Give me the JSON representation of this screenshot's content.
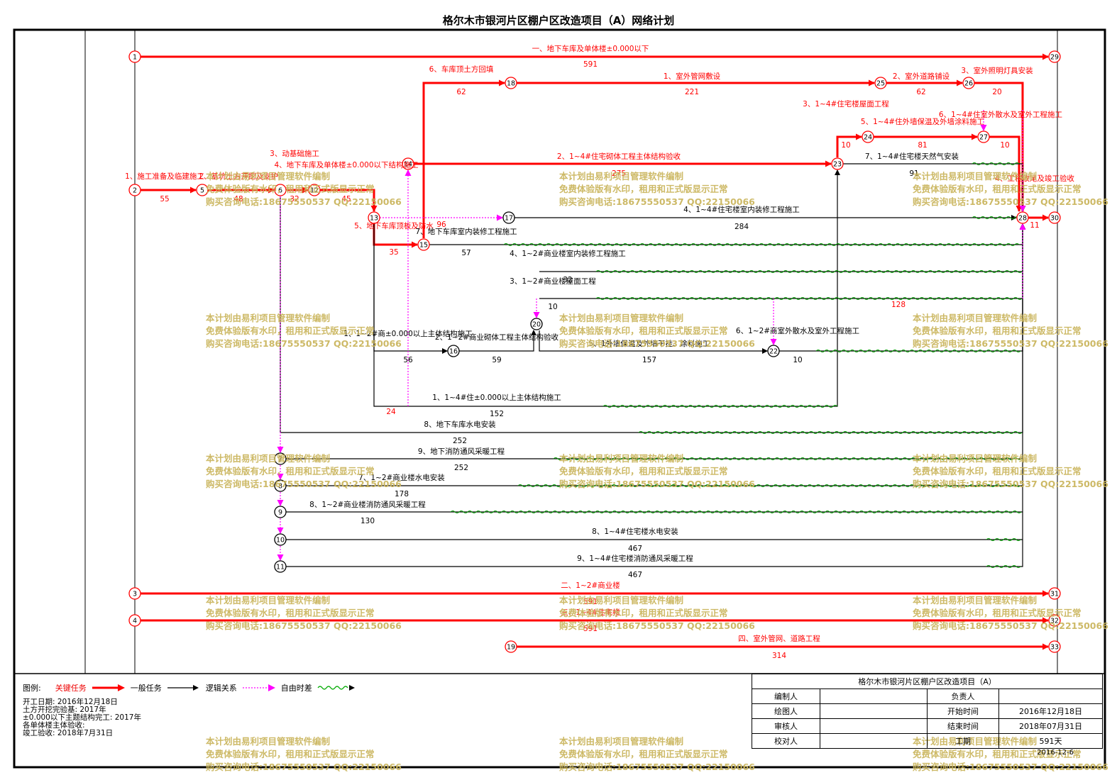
{
  "title": "格尔木市银河片区棚户区改造项目（A）网络计划",
  "nodes": [
    "1",
    "2",
    "3",
    "4",
    "5",
    "6",
    "7",
    "8",
    "9",
    "10",
    "11",
    "12",
    "13",
    "14",
    "15",
    "16",
    "17",
    "18",
    "19",
    "20",
    "22",
    "23",
    "24",
    "25",
    "26",
    "27",
    "28",
    "29",
    "30",
    "31",
    "32",
    "33"
  ],
  "colors": {
    "critical": "#ff0000",
    "normal": "#000000",
    "logic": "#ff00ff",
    "float": "#00a000",
    "watermark": "#c9b45a"
  },
  "tasks": [
    {
      "id": "t1-29",
      "label": "一、地下车库及单体楼±0.000以下",
      "dur": "591",
      "critical": true
    },
    {
      "id": "t2-5",
      "label": "1、施工准备及临建施工",
      "dur": "55",
      "critical": true
    },
    {
      "id": "t5-6",
      "label": "2、基坑土方开挖及支护",
      "dur": "48",
      "critical": true
    },
    {
      "id": "t6-12",
      "label": "3、动基础施工",
      "dur": "32",
      "critical": true
    },
    {
      "id": "t12-13",
      "label": "4、地下车库及单体楼±0.000以下结构施工",
      "dur": "45",
      "critical": true
    },
    {
      "id": "t13-15",
      "label": "5、地下车库顶板及防水",
      "dur": "35",
      "critical": true
    },
    {
      "id": "t15-18",
      "label": "6、车库顶土方回填",
      "dur": "62",
      "critical": true
    },
    {
      "id": "t18-25",
      "label": "1、室外管网敷设",
      "dur": "221",
      "critical": true
    },
    {
      "id": "t14-23",
      "label": "2、1~4#住宅砌体工程主体结构验收",
      "dur": "275",
      "critical": true
    },
    {
      "id": "t23-24",
      "label": "3、1~4#住宅楼屋面工程",
      "dur": "10",
      "critical": true
    },
    {
      "id": "t24-27",
      "label": "5、1~4#住外墙保温及外墙涂料施工",
      "dur": "81",
      "critical": true
    },
    {
      "id": "t25-26",
      "label": "2、室外道路铺设",
      "dur": "62",
      "critical": true
    },
    {
      "id": "t26-28",
      "label": "3、室外照明灯具安装",
      "dur": "20",
      "critical": true
    },
    {
      "id": "t27-28",
      "label": "6、1~4#住室外散水及室外工程施工",
      "dur": "10",
      "critical": true
    },
    {
      "id": "t28-30",
      "label": "4、工程收尾及竣工验收",
      "dur": "11",
      "critical": true
    },
    {
      "id": "t23-28",
      "label": "7、1~4#住宅楼天然气安装",
      "dur": "91",
      "critical": false
    },
    {
      "id": "t17-28",
      "label": "4、1~4#住宅楼室内装修工程施工",
      "dur": "284",
      "critical": false
    },
    {
      "id": "t15-28",
      "label": "7、地下车库室内装修工程施工",
      "dur": "57",
      "critical": false
    },
    {
      "id": "t20a",
      "label": "4、1~2#商业楼室内装修工程施工",
      "dur": "32",
      "critical": false
    },
    {
      "id": "t20b",
      "label": "3、1~2#商业楼屋面工程",
      "dur": "10",
      "critical": false
    },
    {
      "id": "t13-16",
      "label": "1、1~2#商±0.000以上主体结构施工",
      "dur": "56",
      "critical": false
    },
    {
      "id": "t16-20",
      "label": "2、1~2#商业砌体工程主体结构验收",
      "dur": "59",
      "critical": false
    },
    {
      "id": "t20-22",
      "label": "5、1外墙保温及外墙干挂、涂料施工",
      "dur": "157",
      "critical": false
    },
    {
      "id": "t22-28",
      "label": "6、1~2#商室外散水及室外工程施工",
      "dur": "10",
      "critical": false
    },
    {
      "id": "t13-23",
      "label": "1、1~4#住±0.000以上主体结构施工",
      "dur": "152",
      "critical": false
    },
    {
      "id": "t6-28",
      "label": "8、地下车库水电安装",
      "dur": "252",
      "critical": false
    },
    {
      "id": "t7-28",
      "label": "9、地下消防通风采暖工程",
      "dur": "252",
      "critical": false
    },
    {
      "id": "t8-28",
      "label": "7、1~2#商业楼水电安装",
      "dur": "178",
      "critical": false
    },
    {
      "id": "t9-28",
      "label": "8、1~2#商业楼消防通风采暖工程",
      "dur": "130",
      "critical": false
    },
    {
      "id": "t10-28",
      "label": "8、1~4#住宅楼水电安装",
      "dur": "467",
      "critical": false
    },
    {
      "id": "t11-28",
      "label": "9、1~4#住宅楼消防通风采暖工程",
      "dur": "467",
      "critical": false
    },
    {
      "id": "t3-31",
      "label": "二、1~2#商业楼",
      "dur": "591",
      "critical": true
    },
    {
      "id": "t4-32",
      "label": "三、1~4#住宅楼",
      "dur": "591",
      "critical": true
    },
    {
      "id": "t19-33",
      "label": "四、室外管网、道路工程",
      "dur": "314",
      "critical": true
    }
  ],
  "float_labels": [
    "96",
    "24",
    "128"
  ],
  "watermark": [
    "本计划由易利项目管理软件编制",
    "免费体验版有水印，租用和正式版显示正常",
    "购买咨询电话:18675550537 QQ:22150066"
  ],
  "legend": {
    "label": "图例:",
    "critical": "关键任务",
    "normal": "一般任务",
    "logic": "逻辑关系",
    "float": "自由时差"
  },
  "info": [
    "开工日期: 2016年12月18日",
    "土方开挖完验基: 2017年",
    "±0.000以下主题结构完工: 2017年",
    "各单体楼主体验收:",
    "竣工验收: 2018年7月31日"
  ],
  "titleblock": {
    "project": "格尔木市银河片区棚户区改造项目（A）",
    "r1": [
      "编制人",
      "",
      "负责人",
      ""
    ],
    "r2": [
      "绘图人",
      "",
      "开始时间",
      "2016年12月18日"
    ],
    "r3": [
      "审核人",
      "",
      "结束时间",
      "2018年07月31日"
    ],
    "r4": [
      "校对人",
      "",
      "工期",
      "591天"
    ],
    "date": "2016-12-6"
  }
}
